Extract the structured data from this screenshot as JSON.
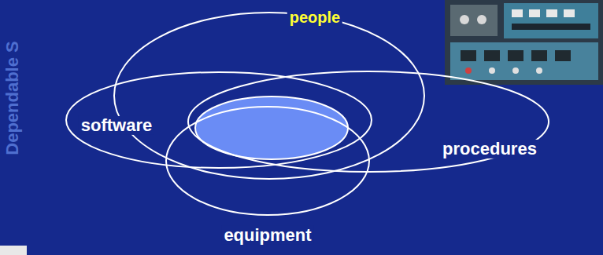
{
  "diagram": {
    "nodes": [
      {
        "text": [
          "people"
        ]
      },
      {
        "text": [
          "software"
        ]
      },
      {
        "text": [
          "procedures"
        ]
      },
      {
        "text": [
          "equipment"
        ]
      }
    ],
    "labels": [
      "Dependable S"
    ]
  }
}
